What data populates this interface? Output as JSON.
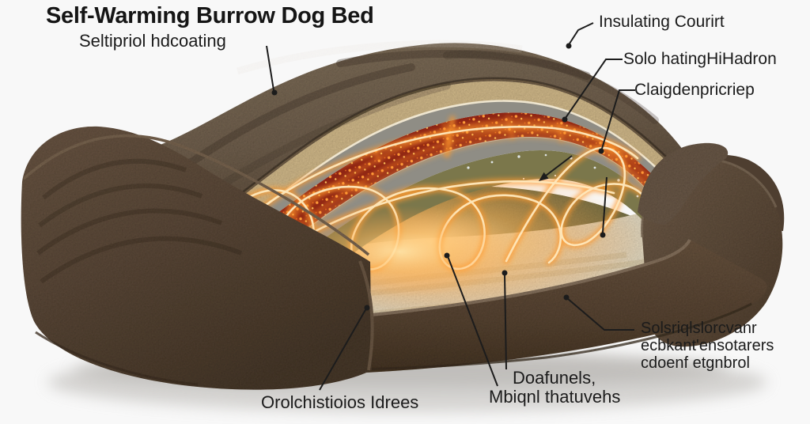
{
  "title": "Self-Warming Burrow Dog Bed",
  "callouts": {
    "cover": {
      "label": "Seltipriol hdcoating"
    },
    "right": [
      {
        "label": "Insulating Courirt"
      },
      {
        "label": "Solo hatingHiHadron"
      },
      {
        "label": "Claigdenpricriep"
      }
    ],
    "base_right": {
      "lines": [
        "Solsriqlslorcvanr",
        "ecbkant'ensotarers",
        "cdoenf etgnbrol"
      ]
    },
    "interior": {
      "lines": [
        "Doafunels,",
        "Mbiqnl thatuvehs"
      ]
    },
    "front_bolster": {
      "label": "Orolchistioios Idrees"
    }
  },
  "colors": {
    "background": "#f8f8f8",
    "title_text": "#151515",
    "label_text": "#1b1b1b",
    "leader_line": "#1c1c1c",
    "cover_fleece": "#7b6a59",
    "bolster": "#5e4b3a",
    "foam_layer": "#d9c08f",
    "insulation_gray": "#8f8d85",
    "heating_red": "#8e2414",
    "heating_dot_orange": "#ff9d3c",
    "wire_glow": "#ffb648",
    "sherpa_cream": "#eee3c9",
    "inner_fleece_olive": "#7b774b"
  }
}
